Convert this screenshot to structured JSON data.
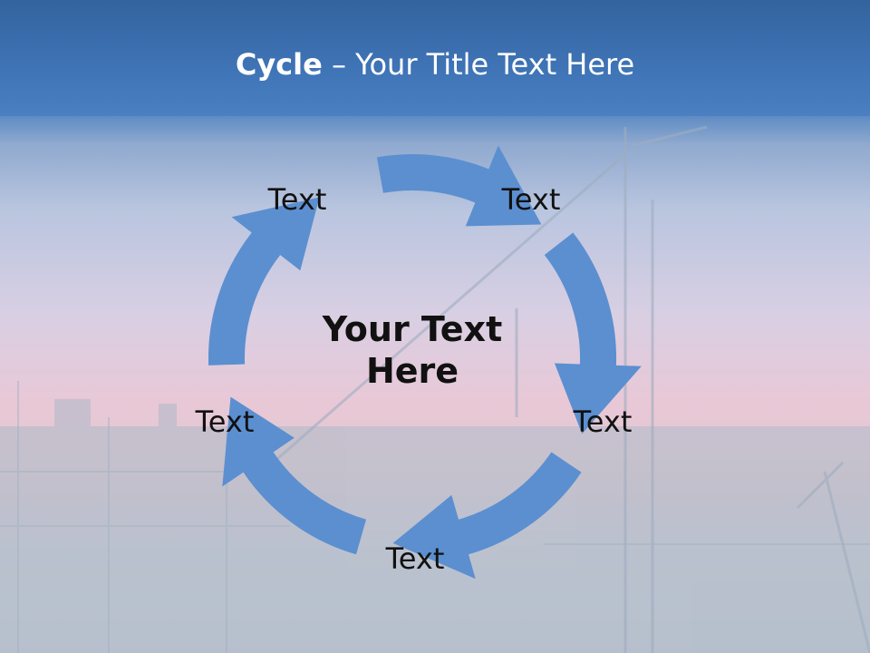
{
  "title": {
    "bold": "Cycle",
    "rest": " – Your Title Text Here"
  },
  "center": {
    "line1": "Your Text",
    "line2": "Here"
  },
  "nodes": [
    {
      "label": "Text"
    },
    {
      "label": "Text"
    },
    {
      "label": "Text"
    },
    {
      "label": "Text"
    },
    {
      "label": "Text"
    }
  ],
  "colors": {
    "arrow": "#5b8fd0",
    "title_band": "#3f74b6"
  }
}
